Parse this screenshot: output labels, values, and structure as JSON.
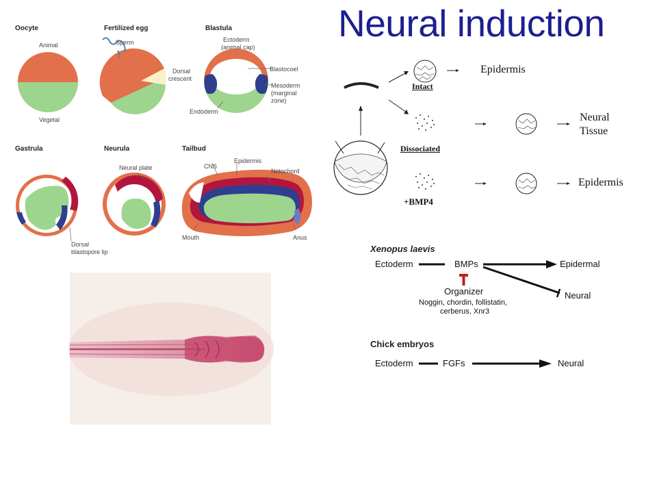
{
  "title": "Neural induction",
  "stages": {
    "oocyte": {
      "title": "Oocyte",
      "animal": "Animal",
      "vegetal": "Vegetal"
    },
    "fertilized": {
      "title": "Fertilized egg",
      "sperm": "Sperm",
      "dorsal_line1": "Dorsal",
      "dorsal_line2": "crescent"
    },
    "blastula": {
      "title": "Blastula",
      "ecto_line1": "Ectoderm",
      "ecto_line2": "(animal cap)",
      "blastocoel": "Blastocoel",
      "meso_line1": "Mesoderm",
      "meso_line2": "(marginal",
      "meso_line3": "zone)",
      "endoderm": "Endoderm"
    },
    "gastrula": {
      "title": "Gastrula",
      "lip_line1": "Dorsal",
      "lip_line2": "blastopore lip"
    },
    "neurula": {
      "title": "Neurula",
      "neural_plate": "Neural plate"
    },
    "tailbud": {
      "title": "Tailbud",
      "cns": "CNS",
      "epidermis": "Epidermis",
      "notochord": "Notochord",
      "mouth": "Mouth",
      "anus": "Anus"
    }
  },
  "experiment": {
    "intact": "Intact",
    "dissociated": "Dissociated",
    "bmp4": "+BMP4",
    "epidermis_top": "Epidermis",
    "neural_line1": "Neural",
    "neural_line2": "Tissue",
    "epidermis_bottom": "Epidermis"
  },
  "xenopus": {
    "heading": "Xenopus laevis",
    "ectoderm": "Ectoderm",
    "bmps": "BMPs",
    "epidermal": "Epidermal",
    "neural": "Neural",
    "organizer": "Organizer",
    "factors_line1": "Noggin, chordin, follistatin,",
    "factors_line2": "cerberus, Xnr3"
  },
  "chick": {
    "heading": "Chick embryos",
    "ectoderm": "Ectoderm",
    "fgfs": "FGFs",
    "neural": "Neural"
  },
  "colors": {
    "title": "#1c1f8f",
    "ectoderm": "#e2704a",
    "endoderm": "#9ed58e",
    "mesoderm": "#2f3e8f",
    "neural": "#b3163d",
    "dorsal_crescent": "#fbf0c8",
    "inhibitor": "#c41d1d"
  },
  "photo": {
    "alt": "stained embryo photograph"
  }
}
